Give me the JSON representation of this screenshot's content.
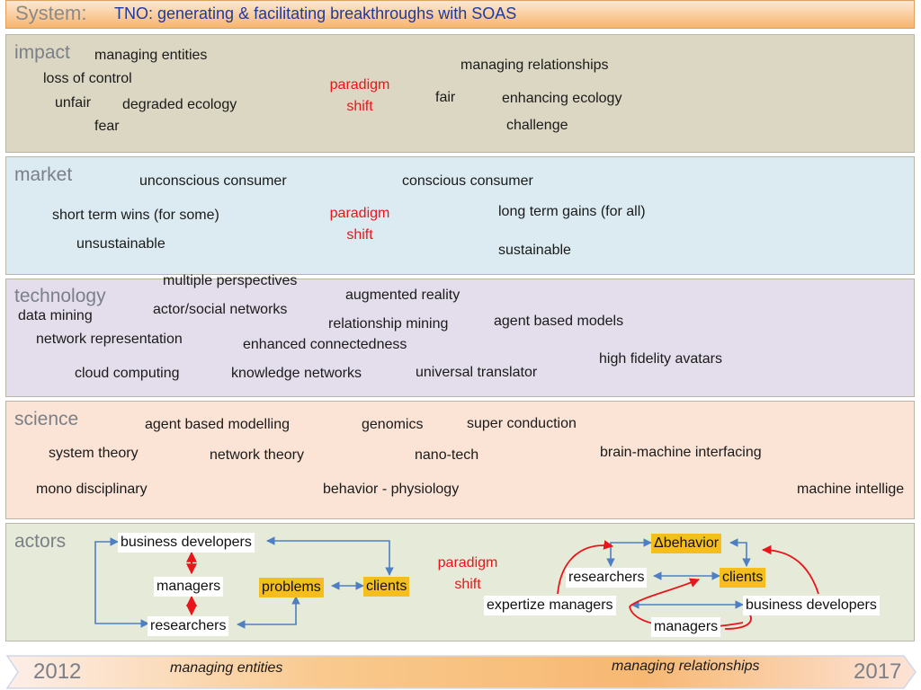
{
  "header": {
    "system_label": "System:",
    "title": "TNO: generating &  facilitating breakthroughs with SOAS"
  },
  "bands": {
    "impact": {
      "label": "impact",
      "items": [
        "managing entities",
        "loss of control",
        "unfair",
        "degraded ecology",
        "fear",
        "managing relationships",
        "fair",
        "enhancing ecology",
        "challenge"
      ],
      "shift": [
        "paradigm",
        "shift"
      ]
    },
    "market": {
      "label": "market",
      "items": [
        "unconscious consumer",
        "short term wins (for some)",
        "unsustainable",
        "conscious consumer",
        "long term gains (for all)",
        "sustainable"
      ],
      "shift": [
        "paradigm",
        "shift"
      ]
    },
    "technology": {
      "label": "technology",
      "items": [
        "multiple perspectives",
        "data mining",
        "actor/social networks",
        "network representation",
        "cloud computing",
        "augmented reality",
        "relationship mining",
        "enhanced connectedness",
        "knowledge networks",
        "universal translator",
        "agent based models",
        "high fidelity avatars"
      ]
    },
    "science": {
      "label": "science",
      "items": [
        "agent based modelling",
        "genomics",
        "super conduction",
        "system theory",
        "network theory",
        "nano-tech",
        "brain-machine interfacing",
        "mono disciplinary",
        "behavior - physiology",
        "machine intellige"
      ]
    },
    "actors": {
      "label": "actors",
      "left": [
        "business developers",
        "managers",
        "problems",
        "clients",
        "researchers"
      ],
      "shift": [
        "paradigm",
        "shift"
      ],
      "right": [
        "Δbehavior",
        "researchers",
        "clients",
        "expertize managers",
        "business developers",
        "managers"
      ]
    }
  },
  "timeline": {
    "start_year": "2012",
    "end_year": "2017",
    "left_caption": "managing entities",
    "right_caption": "managing relationships"
  },
  "colors": {
    "impact_bg": "#dcd7c3",
    "market_bg": "#dbebf1",
    "technology_bg": "#e4deec",
    "science_bg": "#fbe4d6",
    "actors_bg": "#e6ebd9",
    "shift_red": "#e8151b",
    "arrow_blue": "#4d7fc2",
    "highlight_yellow": "#f6be1c"
  }
}
